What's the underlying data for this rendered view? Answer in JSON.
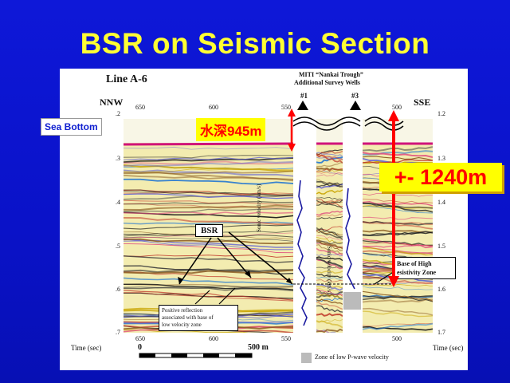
{
  "slide": {
    "title": "BSR on Seismic Section"
  },
  "figure": {
    "line_label": "Line A-6",
    "survey_title_line1": "MITI “Nankai Trough”",
    "survey_title_line2": "Additional Survey Wells",
    "well_1": "#1",
    "well_3": "#3",
    "dir_left": "NNW",
    "dir_right": "SSE",
    "top_ticks": [
      "650",
      "600",
      "550",
      "500"
    ],
    "bottom_ticks": [
      "650",
      "600",
      "550",
      "500"
    ],
    "left_times": [
      ".2",
      ".3",
      ".4",
      ".5",
      ".6",
      ".7"
    ],
    "right_times": [
      "1.2",
      "1.3",
      "1.4",
      "1.5",
      "1.6",
      "1.7"
    ],
    "time_label_left": "Time (sec)",
    "time_label_right": "Time (sec)",
    "scale_start": "0",
    "scale_end": "500 m",
    "legend_low_velocity": "Zone of low P-wave velocity",
    "bsr_label": "BSR",
    "positive_reflection_line1": "Positive reflection",
    "positive_reflection_line2": "associated with base of",
    "positive_reflection_line3": "low velocity zone",
    "base_high_line1": "Base of High",
    "base_high_line2": "esistivity Zone",
    "log_label_1": "Sonic velocity (km/s)",
    "log_label_2": "Sonic velocity (km/s)"
  },
  "annotations": {
    "sea_bottom": "Sea Bottom",
    "water_depth": "水深945m",
    "thickness": "+- 1240m"
  },
  "colors": {
    "background": "#0a12c8",
    "title": "#ffff33",
    "sea_bottom_text": "#1020d0",
    "water_depth_bg": "#ffff00",
    "water_depth_text": "#ff0000",
    "thickness_bg": "#ffff00",
    "thickness_text": "#ff0000",
    "arrow_red": "#ff0000"
  }
}
